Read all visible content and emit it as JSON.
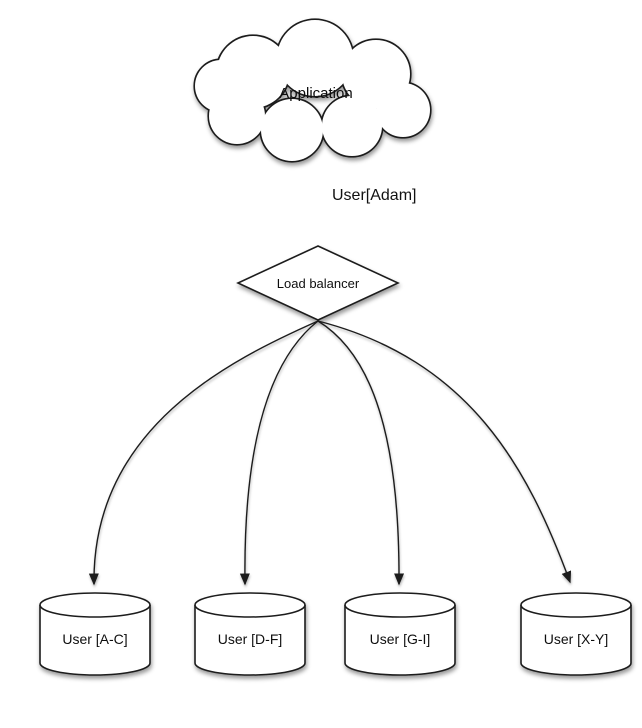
{
  "diagram": {
    "type": "database-sharding-architecture",
    "colors": {
      "stroke": "#1c1c1c",
      "fill": "#ffffff",
      "background": "#ffffff"
    },
    "cloud": {
      "label": "Application"
    },
    "flow_arrow": {
      "label": "User[Adam]"
    },
    "load_balancer": {
      "label": "Load balancer"
    },
    "shards": [
      {
        "label": "User [A-C]"
      },
      {
        "label": "User [D-F]"
      },
      {
        "label": "User [G-I]"
      },
      {
        "label": "User [X-Y]"
      }
    ]
  }
}
